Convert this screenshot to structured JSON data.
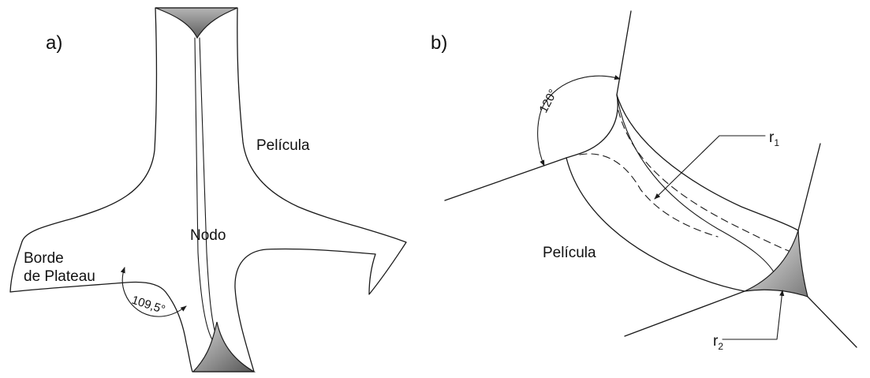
{
  "panel_a": {
    "label": "a)",
    "film_label": "Película",
    "node_label": "Nodo",
    "plateau_label_line1": "Borde",
    "plateau_label_line2": "de Plateau",
    "angle_label": "109,5°"
  },
  "panel_b": {
    "label": "b)",
    "film_label": "Película",
    "angle_label": "120°",
    "r1_base": "r",
    "r1_sub": "1",
    "r2_base": "r",
    "r2_sub": "2"
  },
  "colors": {
    "line": "#1a1a1a",
    "shade_light": "#e6e6e6",
    "shade_dark": "#6e6e6e"
  }
}
